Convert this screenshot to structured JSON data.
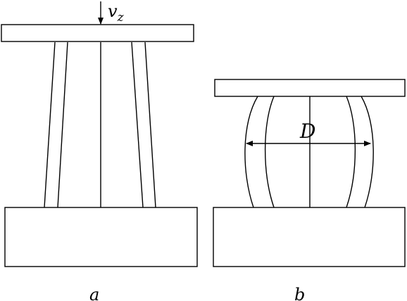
{
  "figure_a": {
    "caption": "a",
    "velocity_label": "v",
    "velocity_subscript": "z"
  },
  "figure_b": {
    "caption": "b",
    "dimension_label": "D"
  },
  "colors": {
    "line": "#000000",
    "background": "#ffffff"
  }
}
